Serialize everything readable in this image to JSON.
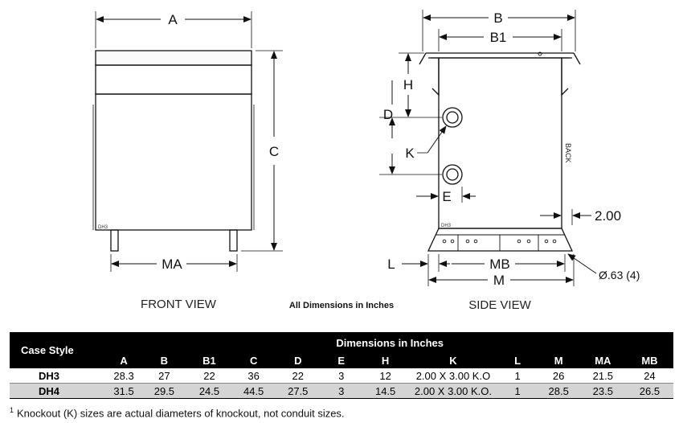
{
  "drawing": {
    "front_view_label": "FRONT VIEW",
    "side_view_label": "SIDE VIEW",
    "note": "All Dimensions in Inches",
    "case_marking": "DH3",
    "back_label": "BACK",
    "dimension_labels": {
      "A": "A",
      "B": "B",
      "B1": "B1",
      "C": "C",
      "D": "D",
      "E": "E",
      "H": "H",
      "K": "K",
      "L": "L",
      "M": "M",
      "MA": "MA",
      "MB": "MB"
    },
    "offset_value": "2.00",
    "hole_callout": "Ø.63 (4)"
  },
  "table": {
    "title": "Dimensions in Inches",
    "case_style_header": "Case Style",
    "columns": [
      "A",
      "B",
      "B1",
      "C",
      "D",
      "E",
      "H",
      "K",
      "L",
      "M",
      "MA",
      "MB"
    ],
    "rows": [
      {
        "case": "DH3",
        "values": [
          "28.3",
          "27",
          "22",
          "36",
          "22",
          "3",
          "12",
          "2.00 X 3.00 K.O",
          "1",
          "26",
          "21.5",
          "24"
        ]
      },
      {
        "case": "DH4",
        "values": [
          "31.5",
          "29.5",
          "24.5",
          "44.5",
          "27.5",
          "3",
          "14.5",
          "2.00 X 3.00 K.O.",
          "1",
          "28.5",
          "23.5",
          "26.5"
        ]
      }
    ]
  },
  "footnote": {
    "marker": "1",
    "text": "Knockout (K) sizes are actual diameters of knockout, not conduit sizes."
  }
}
